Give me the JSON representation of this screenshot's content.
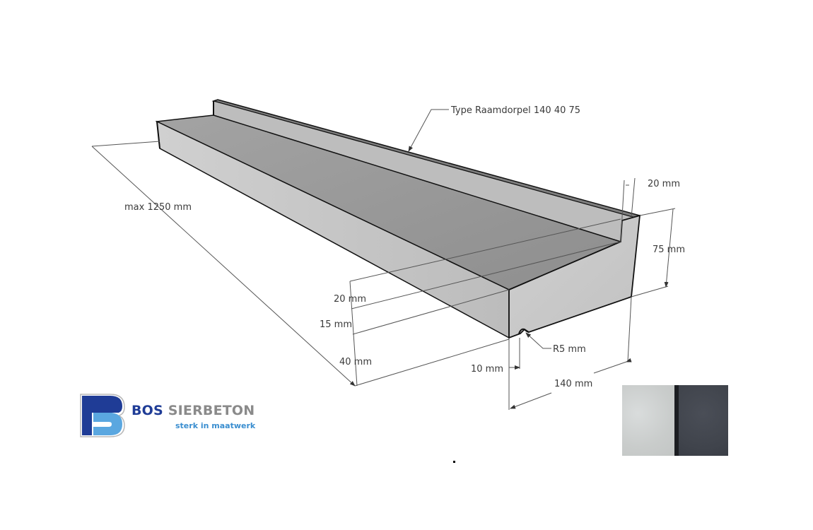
{
  "diagram": {
    "title_callout": "Type Raamdorpel 140 40 75",
    "dimensions": {
      "length": "max 1250 mm",
      "upstand_width": "20 mm",
      "total_height": "75 mm",
      "upstand_height": "20 mm",
      "slope_height": "15 mm",
      "front_height": "40 mm",
      "drip_offset": "10 mm",
      "drip_radius": "R5 mm",
      "depth": "140 mm"
    },
    "colors": {
      "top_surface": "#9a9a9a",
      "side_face": "#c8c8c8",
      "front_face": "#bdbdbd",
      "edge": "#111111",
      "dim_line": "#555555"
    }
  },
  "brand": {
    "name_part1": "BOS",
    "name_part2": "SIERBETON",
    "tagline": "sterk in maatwerk",
    "colors": {
      "dark_blue": "#1f3c96",
      "light_blue": "#5aa7e0",
      "grey": "#8a8a8a"
    }
  },
  "swatches": [
    {
      "name": "light-grey-concrete",
      "color": "#c9cccb"
    },
    {
      "name": "anthracite-concrete",
      "color": "#42464e"
    }
  ]
}
